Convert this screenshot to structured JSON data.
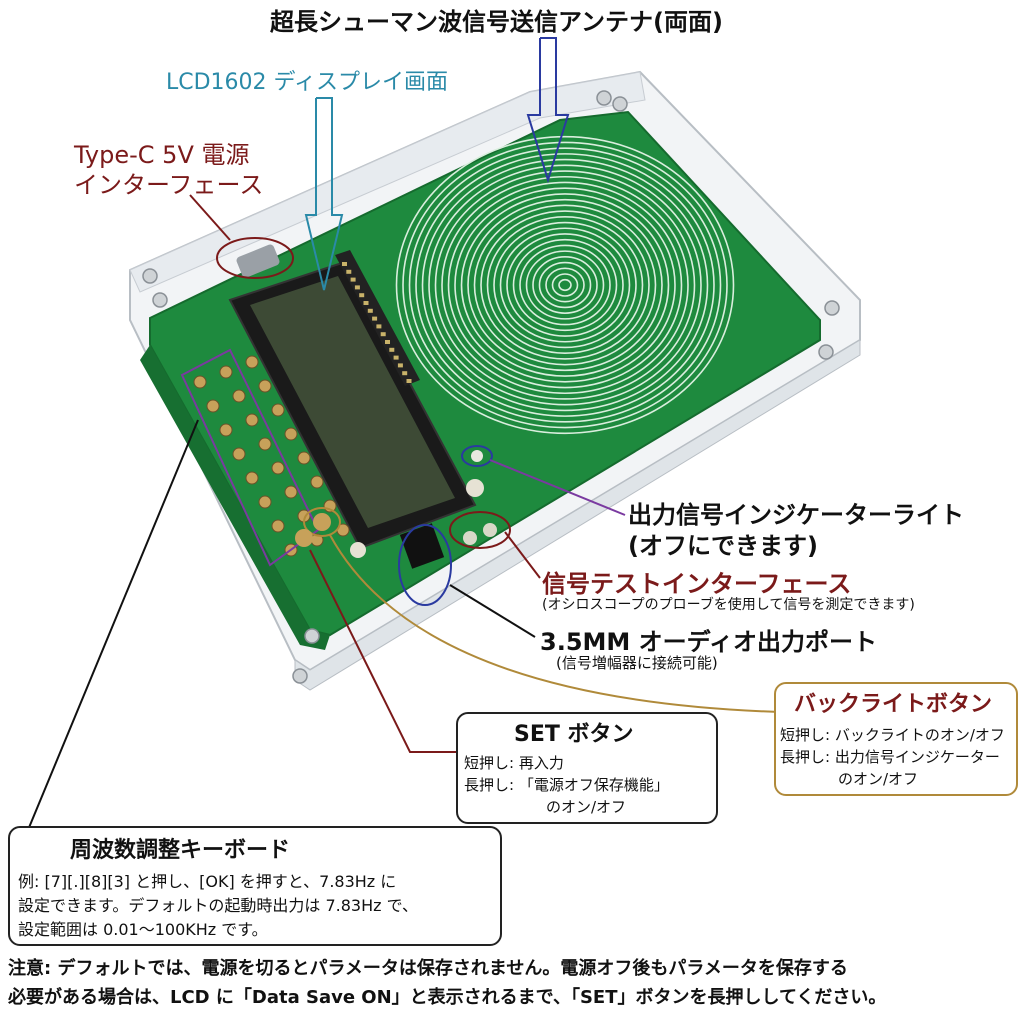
{
  "labels": {
    "top_antenna": "超長シューマン波信号送信アンテナ(両面)",
    "lcd": "LCD1602 ディスプレイ画面",
    "typec_line1": "Type-C 5V 電源",
    "typec_line2": "インターフェース",
    "indicator_line1": "出力信号インジケーターライト",
    "indicator_line2": "(オフにできます)",
    "signal_test": "信号テストインターフェース",
    "signal_test_sub": "(オシロスコープのプローブを使用して信号を測定できます)",
    "audio_port": "3.5MM オーディオ出力ポート",
    "audio_port_sub": "(信号増幅器に接続可能)"
  },
  "backlight_box": {
    "title": "バックライトボタン",
    "line1": "短押し:  バックライトのオン/オフ",
    "line2": "長押し:  出力信号インジケーター",
    "line3": "のオン/オフ"
  },
  "set_box": {
    "title": "SET ボタン",
    "line1": "短押し:  再入力",
    "line2": "長押し:  「電源オフ保存機能」",
    "line3": "のオン/オフ"
  },
  "keyboard_box": {
    "title": "周波数調整キーボード",
    "line1": "例:  [7][.][8][3] と押し、[OK] を押すと、7.83Hz に",
    "line2": "設定できます。デフォルトの起動時出力は 7.83Hz で、",
    "line3": "設定範囲は 0.01～100KHz です。"
  },
  "note": {
    "line1": "注意:  デフォルトでは、電源を切るとパラメータは保存されません。電源オフ後もパラメータを保存する",
    "line2": "必要がある場合は、LCD に「Data Save ON」と表示されるまで、「SET」ボタンを長押ししてください。"
  },
  "colors": {
    "pcb": "#1e8a3e",
    "pcb_dark": "#156b2e",
    "lcd_screen": "#3d4a35",
    "lcd_accent": "#2a8aa8",
    "dark_red": "#7b1a1a",
    "gold": "#b08a3a",
    "blue_marker": "#2a3aa0",
    "purple_marker": "#7a3aa0"
  }
}
